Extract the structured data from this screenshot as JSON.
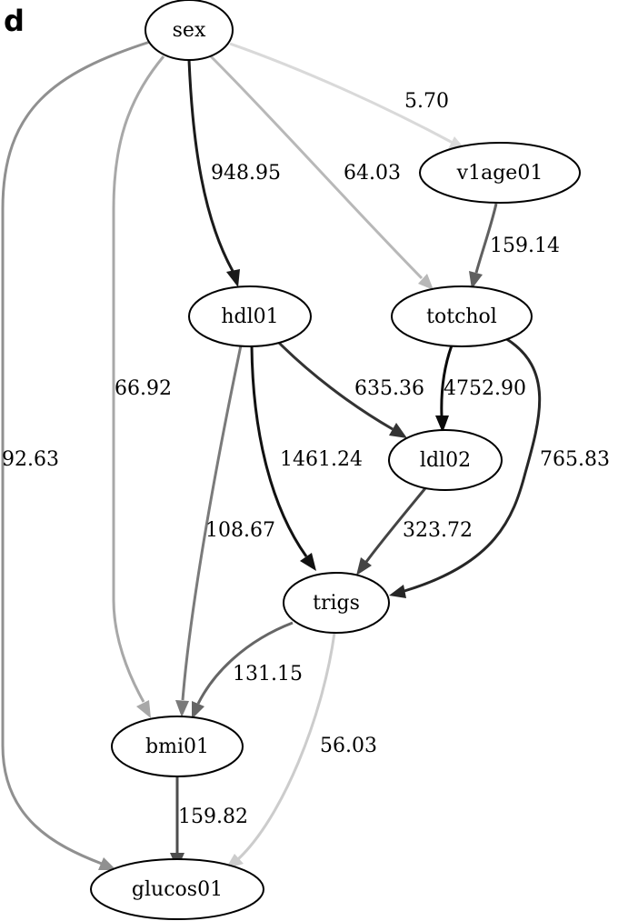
{
  "panel_label": "d",
  "nodes": {
    "sex": "sex",
    "v1age01": "v1age01",
    "hdl01": "hdl01",
    "totchol": "totchol",
    "ldl02": "ldl02",
    "trigs": "trigs",
    "bmi01": "bmi01",
    "glucos01": "glucos01"
  },
  "edges": [
    {
      "from": "sex",
      "to": "v1age01",
      "weight": "5.70",
      "color": "#d9d9d9"
    },
    {
      "from": "sex",
      "to": "hdl01",
      "weight": "948.95",
      "color": "#1a1a1a"
    },
    {
      "from": "sex",
      "to": "totchol",
      "weight": "64.03",
      "color": "#b8b8b8"
    },
    {
      "from": "sex",
      "to": "bmi01",
      "weight": "66.92",
      "color": "#a8a8a8"
    },
    {
      "from": "sex",
      "to": "glucos01",
      "weight": "92.63",
      "color": "#909090"
    },
    {
      "from": "v1age01",
      "to": "totchol",
      "weight": "159.14",
      "color": "#606060"
    },
    {
      "from": "hdl01",
      "to": "ldl02",
      "weight": "635.36",
      "color": "#333333"
    },
    {
      "from": "hdl01",
      "to": "trigs",
      "weight": "1461.24",
      "color": "#111111"
    },
    {
      "from": "hdl01",
      "to": "bmi01",
      "weight": "108.67",
      "color": "#7a7a7a"
    },
    {
      "from": "totchol",
      "to": "ldl02",
      "weight": "4752.90",
      "color": "#0a0a0a"
    },
    {
      "from": "totchol",
      "to": "trigs",
      "weight": "765.83",
      "color": "#262626"
    },
    {
      "from": "ldl02",
      "to": "trigs",
      "weight": "323.72",
      "color": "#444444"
    },
    {
      "from": "trigs",
      "to": "bmi01",
      "weight": "131.15",
      "color": "#666666"
    },
    {
      "from": "trigs",
      "to": "glucos01",
      "weight": "56.03",
      "color": "#cccccc"
    },
    {
      "from": "bmi01",
      "to": "glucos01",
      "weight": "159.82",
      "color": "#4d4d4d"
    }
  ]
}
